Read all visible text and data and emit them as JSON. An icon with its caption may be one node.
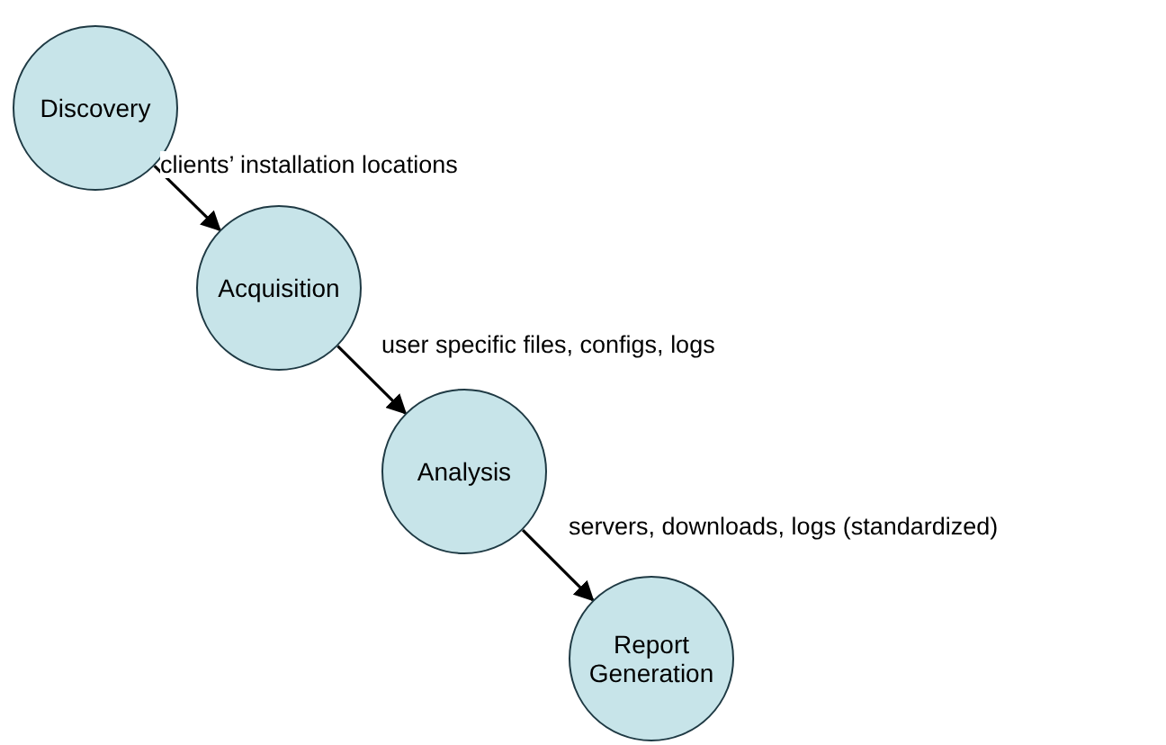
{
  "diagram": {
    "nodes": [
      {
        "text": [
          "Discovery"
        ]
      },
      {
        "text": [
          "Acquisition"
        ]
      },
      {
        "text": [
          "Analysis"
        ]
      },
      {
        "text": [
          "Report Generation"
        ]
      }
    ],
    "edges": [
      {
        "from": 0,
        "to": 1,
        "arrow": "to",
        "label": "clients’ installation locations"
      },
      {
        "from": 1,
        "to": 2,
        "arrow": "to",
        "label": "user specific files, configs, logs"
      },
      {
        "from": 2,
        "to": 3,
        "arrow": "to",
        "label": "servers, downloads, logs (standardized)"
      }
    ]
  }
}
